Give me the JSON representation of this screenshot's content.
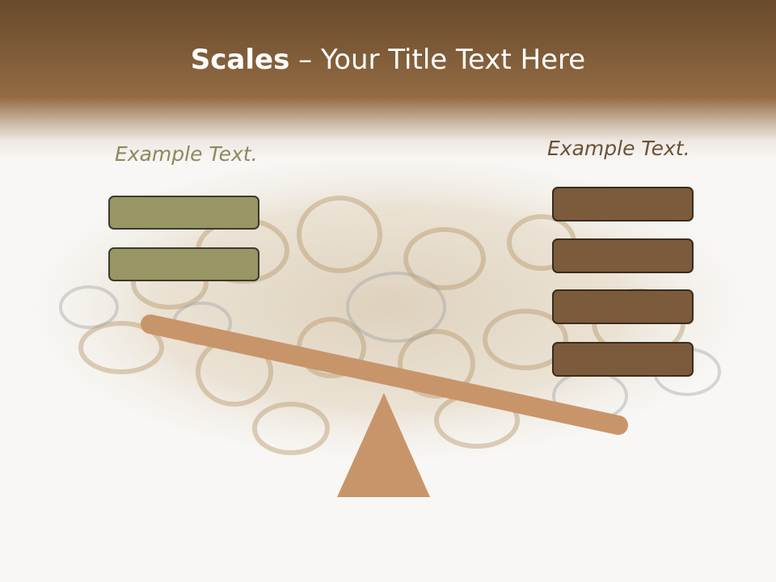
{
  "slide": {
    "title_bold": "Scales",
    "title_rest": " – Your Title Text Here",
    "left_caption": "Example Text.",
    "right_caption": "Example Text."
  },
  "left_boxes": [
    {},
    {}
  ],
  "right_boxes": [
    {},
    {},
    {},
    {}
  ],
  "colors": {
    "header_dark": "#6a4b2d",
    "left_caption": "#8b8a5c",
    "right_caption": "#6b5236",
    "left_box_fill": "#979664",
    "right_box_fill": "#7c5a3c",
    "scale_color": "#c8956a"
  },
  "icons": {
    "background_image": "jewelry-pile-image",
    "beam": "seesaw-beam",
    "fulcrum": "fulcrum-triangle"
  }
}
